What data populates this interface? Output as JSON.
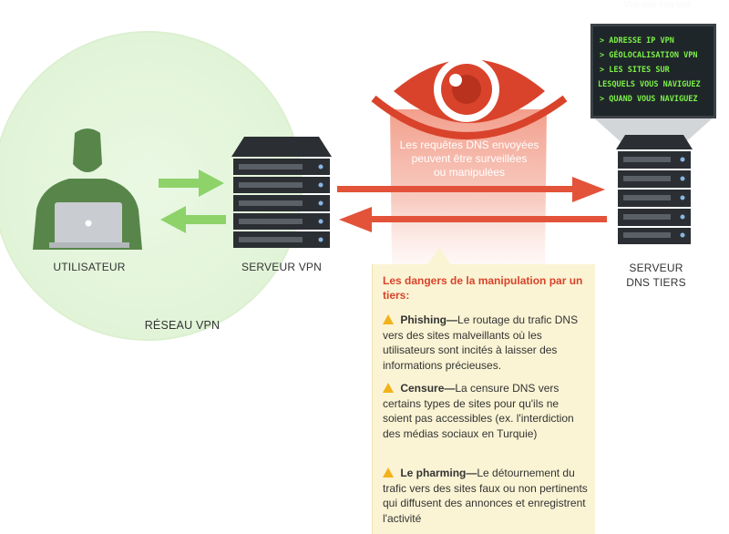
{
  "labels": {
    "user": "UTILISATEUR",
    "vpn_server": "SERVEUR VPN",
    "vpn_network": "RÉSEAU VPN",
    "dns_server_line1": "SERVEUR",
    "dns_server_line2": "DNS TIERS"
  },
  "eye_text": {
    "line1": "Les requêtes DNS envoyées",
    "line2": "peuvent être surveillées",
    "line3": "ou manipulées"
  },
  "terminal": {
    "header": "Vue que l'on voit",
    "lines": [
      "> ADRESSE IP VPN",
      "> GÉOLOCALISATION VPN",
      "> LES SITES SUR",
      "LESQUELS VOUS NAVIGUEZ",
      "> QUAND VOUS NAVIGUEZ"
    ]
  },
  "dangers": {
    "title": "Les dangers de la manipulation par un tiers:",
    "items": [
      {
        "title": "Phishing—",
        "text": "Le routage du trafic DNS vers des sites malveillants où les utilisateurs sont incités à laisser des informations précieuses."
      },
      {
        "title": "Censure—",
        "text": "La censure DNS vers certains types de sites pour qu'ils ne soient pas accessibles (ex. l'interdiction des médias sociaux en Turquie)"
      },
      {
        "title": "Le pharming—",
        "text": "Le détournement du trafic vers des sites faux ou non pertinents qui diffusent des annonces et enregistrent l'activité"
      }
    ]
  },
  "colors": {
    "green_arrow": "#8dd36a",
    "red_arrow": "#e2533a",
    "eye_red": "#d9432b",
    "terminal_text": "#7cf04a",
    "server_dark": "#2b2f33"
  }
}
